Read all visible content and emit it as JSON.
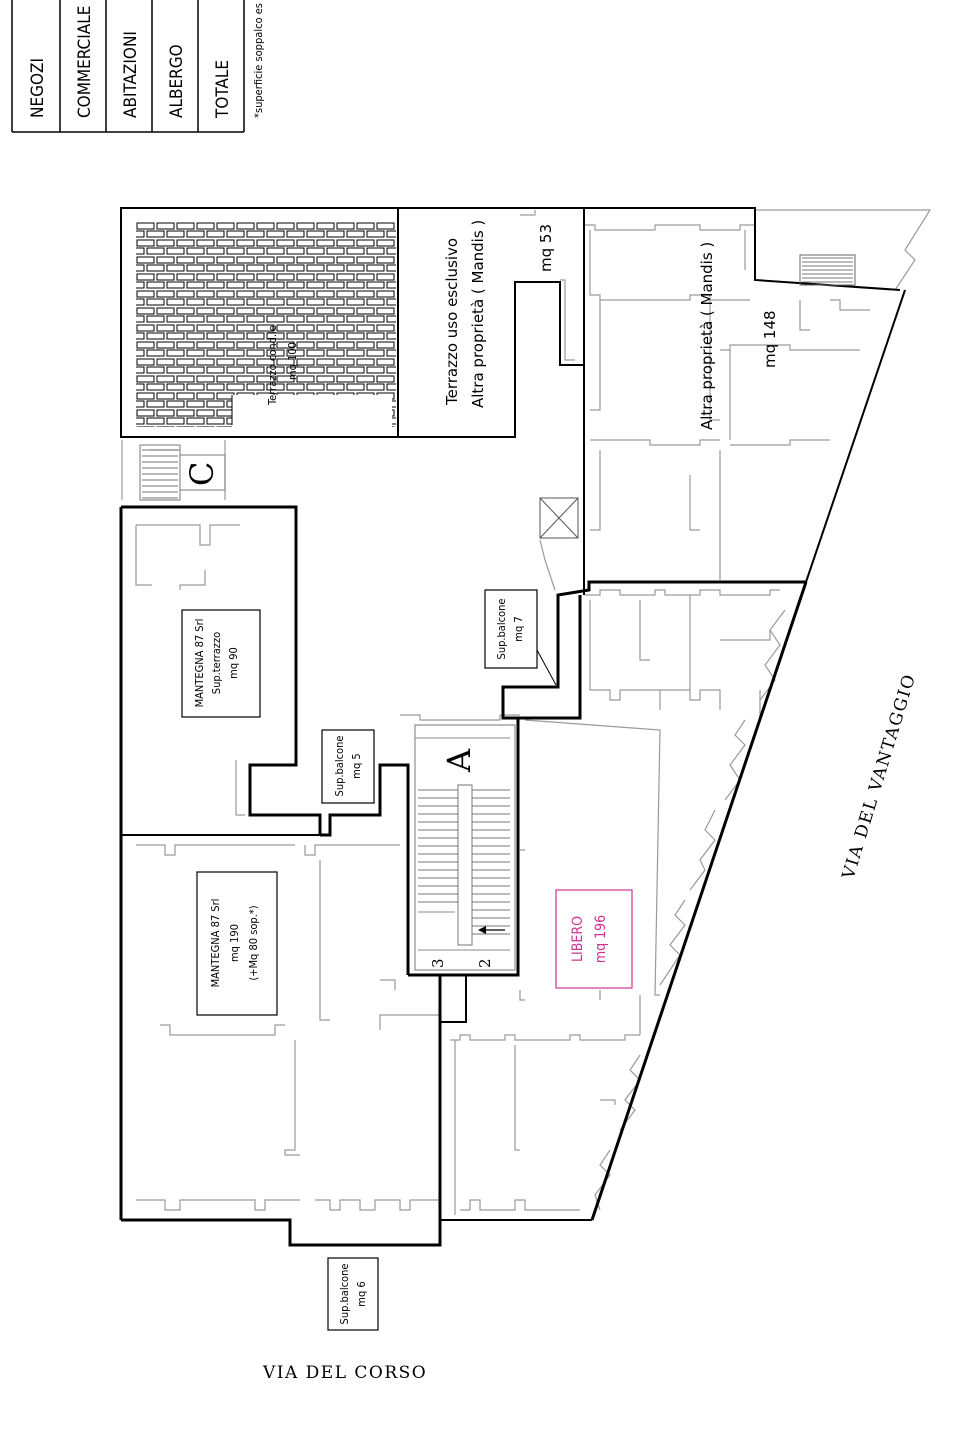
{
  "legend": {
    "rows": [
      "NEGOZI",
      "COMMERCIALE",
      "ABITAZIONI",
      "ALBERGO",
      "TOTALE"
    ],
    "footnote": "*superficie soppalco es"
  },
  "units": {
    "terrazzo_cond": {
      "line1": "Terrazzo cond.le",
      "line2": "mq 100"
    },
    "terrazzo_excl": {
      "line1": "Terrazzo uso esclusivo",
      "line2": "Altra proprietà ( Mandis )"
    },
    "mq53": "mq 53",
    "altra_proprieta": {
      "line1": "Altra proprietà ( Mandis )",
      "line2": "mq 148"
    },
    "mantegna_terrazzo": {
      "line1": "MANTEGNA 87 Srl",
      "line2": "Sup.terrazzo",
      "line3": "mq 90"
    },
    "balcone7": {
      "line1": "Sup.balcone",
      "line2": "mq 7"
    },
    "balcone5": {
      "line1": "Sup.balcone",
      "line2": "mq 5"
    },
    "mantegna_main": {
      "line1": "MANTEGNA 87 Srl",
      "line2": "mq 190",
      "line3": "(+Mq 80 sop.*)"
    },
    "libero": {
      "line1": "LIBERO",
      "line2": "mq 196"
    },
    "balcone6": {
      "line1": "Sup.balcone",
      "line2": "mq 6"
    }
  },
  "stairs": {
    "A": "A",
    "C": "C",
    "n3": "3",
    "n2": "2"
  },
  "streets": {
    "corso": "VIA DEL CORSO",
    "vantaggio": "VIA DEL VANTAGGIO"
  },
  "colors": {
    "libero": "#d0338f"
  }
}
